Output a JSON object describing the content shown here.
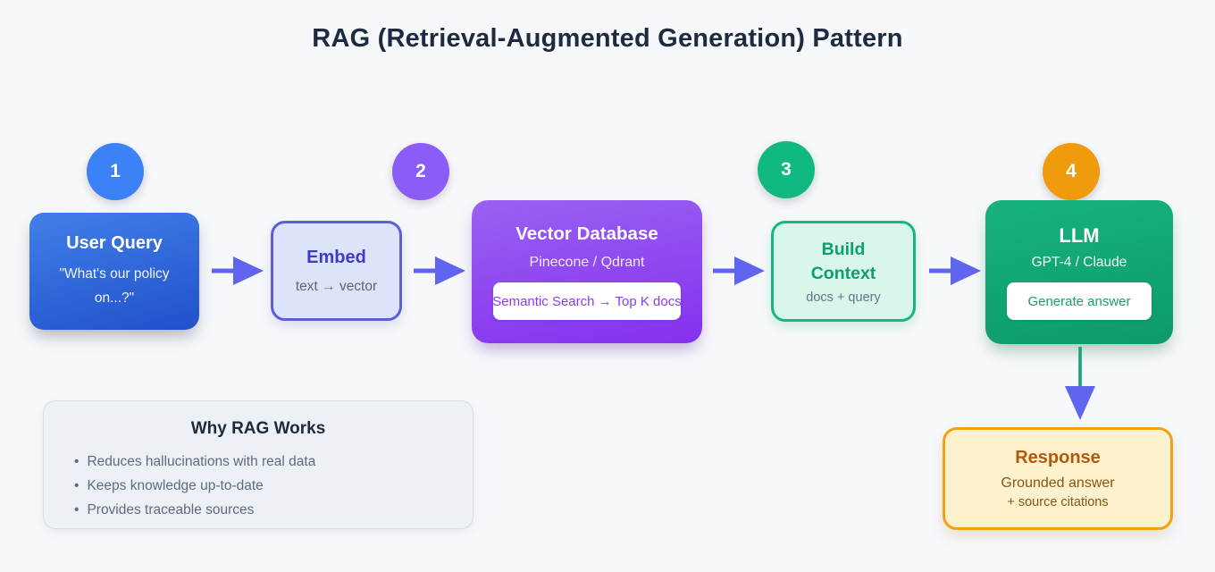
{
  "title": "RAG (Retrieval-Augmented Generation) Pattern",
  "badges": [
    {
      "label": "1",
      "color": "#3b82f6"
    },
    {
      "label": "2",
      "color": "#8b5cf6"
    },
    {
      "label": "3",
      "color": "#10b981"
    },
    {
      "label": "4",
      "color": "#f09b0c"
    }
  ],
  "nodes": {
    "user_query": {
      "title": "User Query",
      "subtitle": "\"What's our policy on...?\""
    },
    "embed": {
      "title": "Embed",
      "subtitle": "text → vector"
    },
    "vector_db": {
      "title": "Vector Database",
      "subtitle": "Pinecone / Qdrant",
      "pill": "Semantic Search → Top K docs"
    },
    "build_context": {
      "title": "Build Context",
      "subtitle": "docs + query"
    },
    "llm": {
      "title": "LLM",
      "subtitle": "GPT-4 / Claude",
      "pill": "Generate answer"
    },
    "response": {
      "title": "Response",
      "line1": "Grounded answer",
      "line2": "+ source citations"
    }
  },
  "why_rag": {
    "title": "Why RAG Works",
    "bullets": [
      "Reduces hallucinations with real data",
      "Keeps knowledge up-to-date",
      "Provides traceable sources"
    ]
  },
  "colors": {
    "background": "#f7f8fb",
    "title_text": "#1c2b40",
    "arrow": "#6065ee",
    "arrow_down_stem": "#16a478",
    "user_query_gradient_top": "#4180e8",
    "user_query_gradient_bottom": "#2150cb",
    "embed_bg": "#dde3fb",
    "embed_border": "#5a5fd6",
    "vector_gradient_top": "#9a61f2",
    "vector_gradient_bottom": "#8531ee",
    "build_bg": "#d8f6e9",
    "build_border": "#12b981",
    "llm_gradient_top": "#17b182",
    "llm_gradient_bottom": "#0c9b67",
    "response_bg": "#fdf2cd",
    "response_border": "#f0a114",
    "why_card_bg": "#edf0f5"
  }
}
